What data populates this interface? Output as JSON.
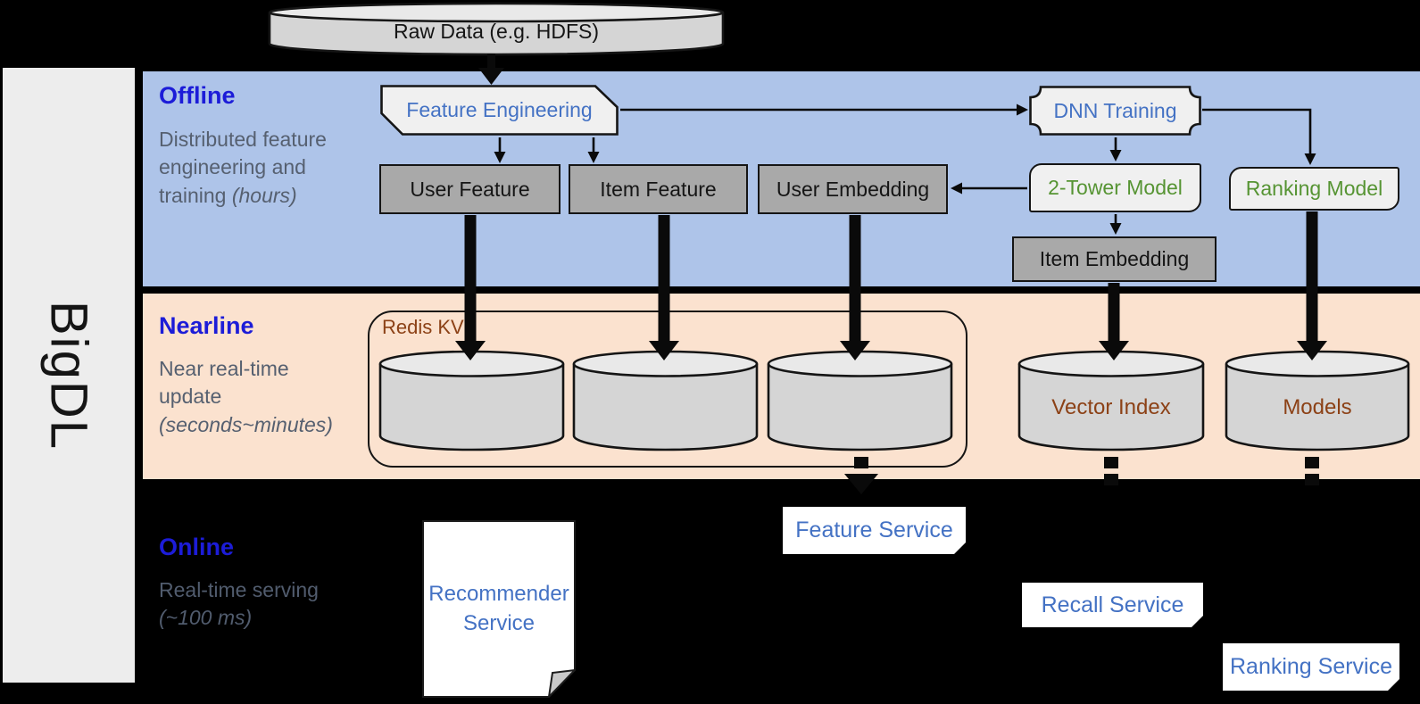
{
  "brand": {
    "label": "BigDL"
  },
  "source_store": {
    "label": "Raw Data (e.g. HDFS)"
  },
  "bands": {
    "offline": {
      "title": "Offline",
      "description": "Distributed feature engineering and training",
      "duration_note": "(hours)"
    },
    "nearline": {
      "title": "Nearline",
      "description": "Near real-time update",
      "duration_note": "(seconds~minutes)"
    },
    "online": {
      "title": "Online",
      "description": "Real-time serving",
      "duration_note": "(~100 ms)"
    }
  },
  "offline_nodes": {
    "feature_engineering": "Feature Engineering",
    "dnn_training": "DNN Training",
    "user_feature": "User Feature",
    "item_feature": "Item Feature",
    "user_embedding": "User Embedding",
    "two_tower_model": "2-Tower Model",
    "ranking_model": "Ranking Model",
    "item_embedding": "Item Embedding"
  },
  "nearline_nodes": {
    "redis_kv": "Redis KV",
    "vector_index": "Vector Index",
    "models": "Models"
  },
  "online_nodes": {
    "recommender_service": "Recommender Service",
    "feature_service": "Feature Service",
    "recall_service": "Recall Service",
    "ranking_service": "Ranking Service"
  },
  "colors": {
    "offline_band": "#aec4e9",
    "nearline_band": "#fbe2cf",
    "online_band": "#000000",
    "sidebar": "#ededed",
    "section_title_blue": "#1c1cd8",
    "description_gray": "#566070",
    "process_text_blue": "#4472c4",
    "model_text_green": "#569433",
    "store_text_brown": "#8c4116",
    "gray_box_fill": "#a9a9a9",
    "light_shape_fill": "#f0f0f0",
    "cylinder_fill": "#d5d5d5"
  }
}
